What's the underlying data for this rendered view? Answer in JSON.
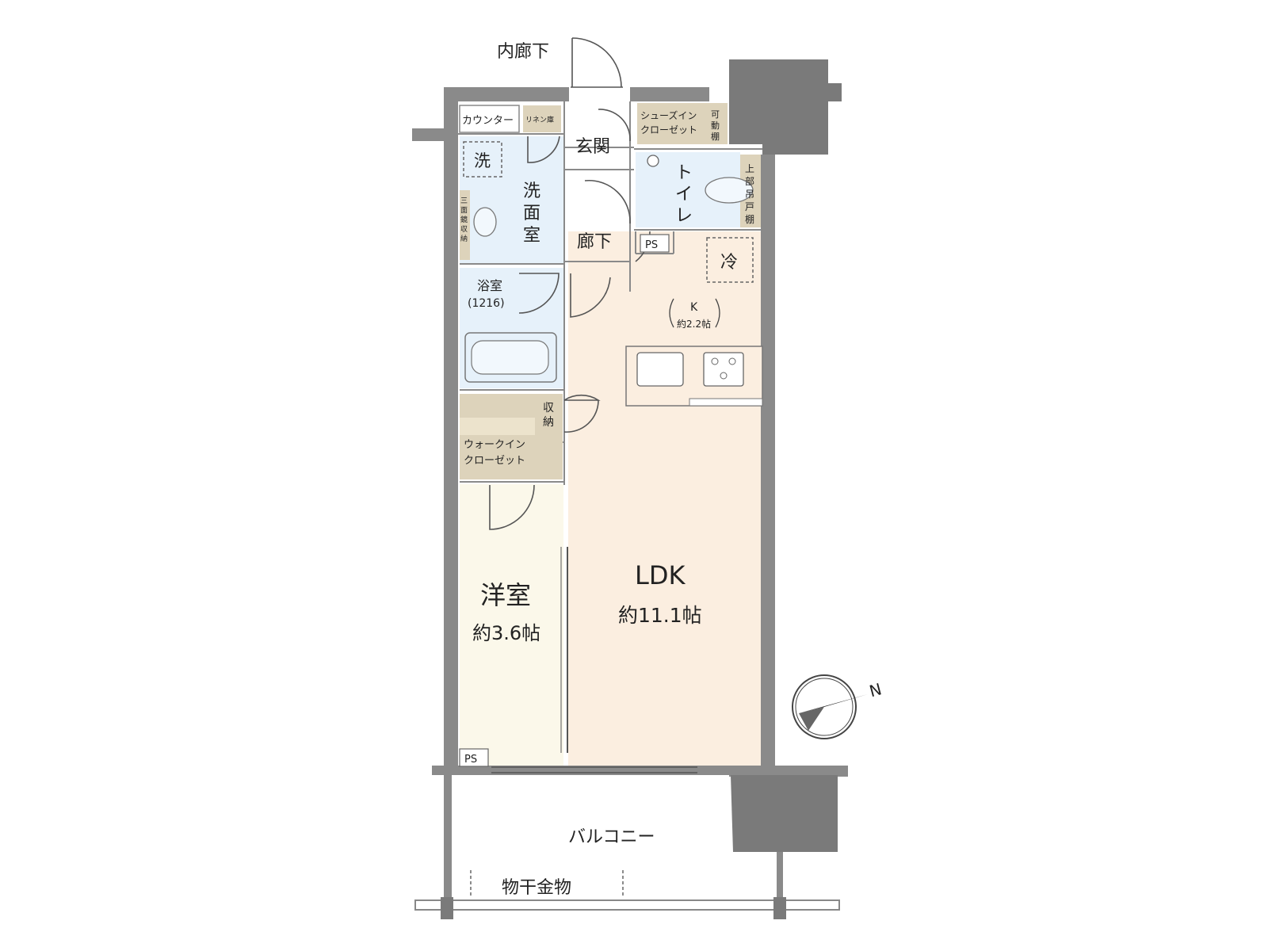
{
  "labels": {
    "inner_corridor": "内廊下",
    "counter": "カウンター",
    "linen": "リネン庫",
    "shoes_closet_1": "シューズイン",
    "shoes_closet_2": "クローゼット",
    "movable_shelf_1": "可",
    "movable_shelf_2": "動",
    "movable_shelf_3": "棚",
    "wash": "洗",
    "genkan": "玄関",
    "toilet_1": "ト",
    "toilet_2": "イ",
    "toilet_3": "レ",
    "upper_cab_1": "上",
    "upper_cab_2": "部",
    "upper_cab_3": "吊",
    "upper_cab_4": "戸",
    "upper_cab_5": "棚",
    "washroom_1": "洗",
    "washroom_2": "面",
    "washroom_3": "室",
    "mirror_1": "三",
    "mirror_2": "面",
    "mirror_3": "鏡",
    "mirror_4": "収",
    "mirror_5": "納",
    "hallway": "廊下",
    "ps_upper": "PS",
    "fridge": "冷",
    "bath_1": "浴室",
    "bath_2": "(1216)",
    "kitchen_1": "K",
    "kitchen_2": "約2.2帖",
    "storage_1": "収",
    "storage_2": "納",
    "wic_1": "ウォークイン",
    "wic_2": "クローゼット",
    "western_room": "洋室",
    "western_size": "約3.6帖",
    "ldk": "LDK",
    "ldk_size": "約11.1帖",
    "ps_lower": "PS",
    "balcony": "バルコニー",
    "drying_rack": "物干金物",
    "north": "N"
  },
  "colors": {
    "ldk_floor": "#fbeee0",
    "wet_floor": "#e6f1fa",
    "western_floor": "#fbf8ea",
    "storage": "#ddd3bb",
    "wall": "#8a8a8a"
  }
}
